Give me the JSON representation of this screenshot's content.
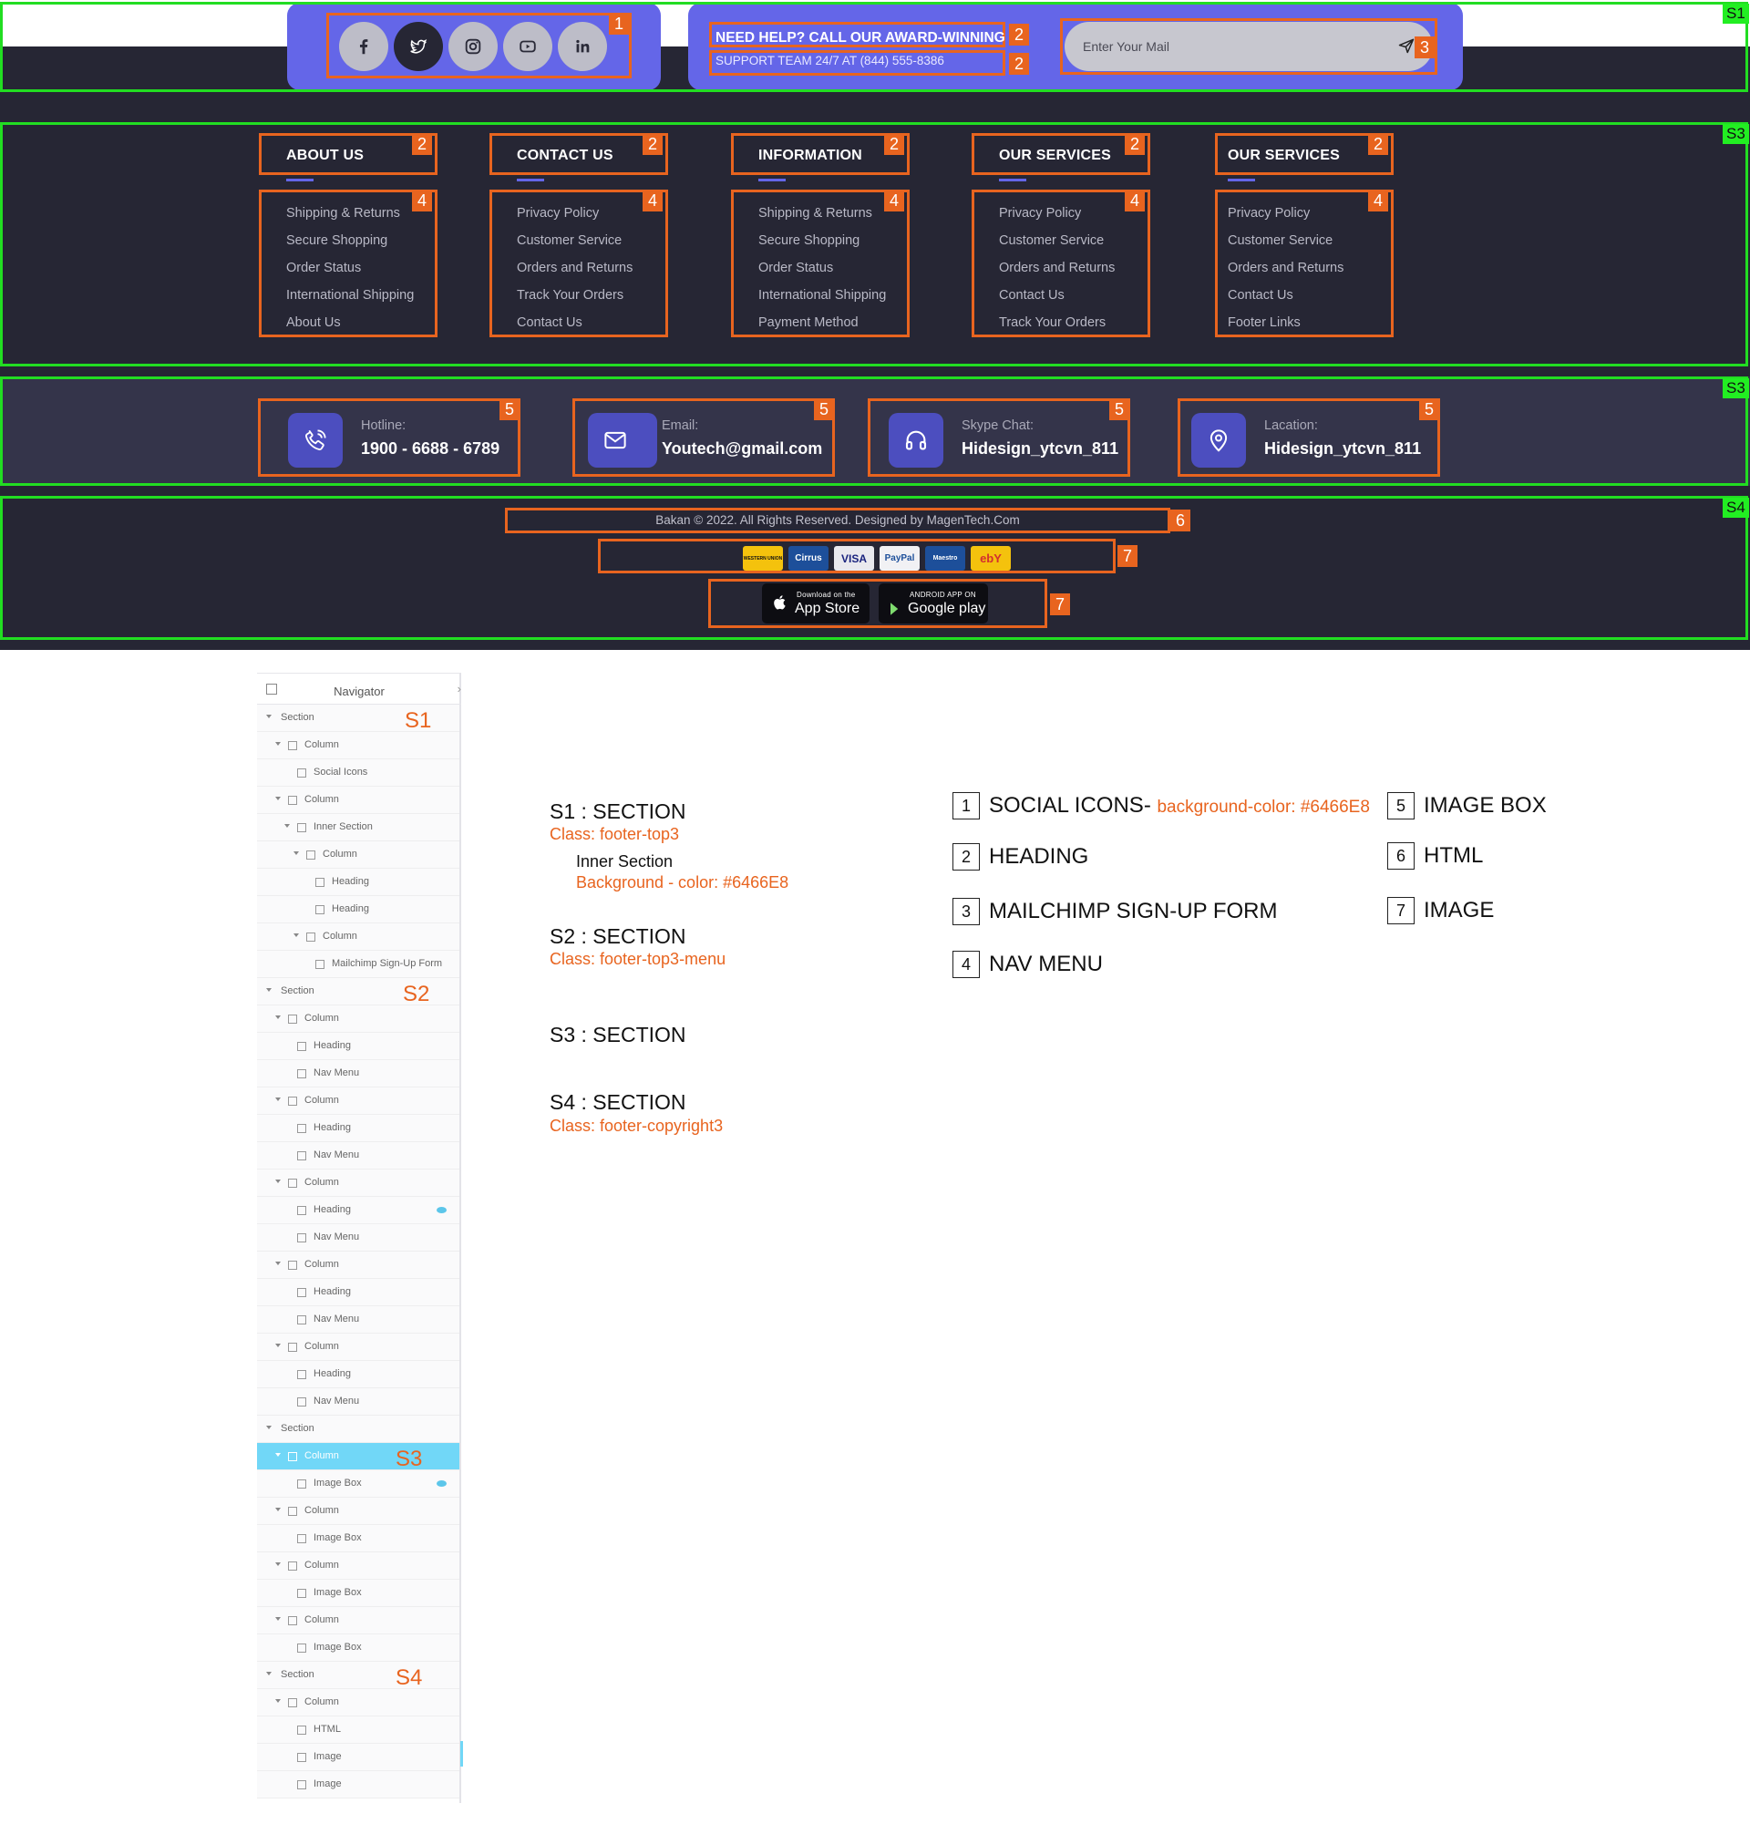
{
  "footer_top": {
    "social_icons": [
      "facebook-icon",
      "twitter-icon",
      "instagram-icon",
      "youtube-icon",
      "linkedin-icon"
    ],
    "help_line1": "NEED HELP? CALL OUR AWARD-WINNING",
    "help_line2": "SUPPORT TEAM 24/7 AT (844) 555-8386",
    "mail_placeholder": "Enter Your Mail",
    "colors": {
      "card": "#6466E8",
      "dark": "#262634",
      "accent": "#e8641f"
    }
  },
  "menus": [
    {
      "title": "ABOUT US",
      "items": [
        "Shipping & Returns",
        "Secure Shopping",
        "Order Status",
        "International Shipping",
        "About Us"
      ]
    },
    {
      "title": "CONTACT US",
      "items": [
        "Privacy Policy",
        "Customer Service",
        "Orders and Returns",
        "Track Your Orders",
        "Contact Us"
      ]
    },
    {
      "title": "INFORMATION",
      "items": [
        "Shipping & Returns",
        "Secure Shopping",
        "Order Status",
        "International Shipping",
        "Payment Method"
      ]
    },
    {
      "title": "OUR SERVICES",
      "items": [
        "Privacy Policy",
        "Customer Service",
        "Orders and Returns",
        "Contact Us",
        "Track Your Orders"
      ]
    },
    {
      "title": "OUR SERVICES",
      "items": [
        "Privacy Policy",
        "Customer Service",
        "Orders and Returns",
        "Contact Us",
        "Footer Links"
      ]
    }
  ],
  "contact_boxes": [
    {
      "label": "Hotline:",
      "value": "1900 - 6688 - 6789",
      "icon": "phone-icon"
    },
    {
      "label": "Email:",
      "value": "Youtech@gmail.com",
      "icon": "mail-icon"
    },
    {
      "label": "Skype Chat:",
      "value": "Hidesign_ytcvn_811",
      "icon": "headphones-icon"
    },
    {
      "label": "Lacation:",
      "value": "Hidesign_ytcvn_811",
      "icon": "location-pin-icon"
    }
  ],
  "copyright": "Bakan © 2022. All Rights Reserved. Designed by MagenTech.Com",
  "payment_cards": [
    "WESTERN UNION",
    "Cirrus",
    "VISA",
    "PayPal",
    "Maestro",
    "ebY"
  ],
  "stores": {
    "apple": {
      "small": "Download on the",
      "big": "App Store"
    },
    "google": {
      "small": "ANDROID APP ON",
      "big": "Google play"
    }
  },
  "section_tags": [
    "S1",
    "S3",
    "S3",
    "S4"
  ],
  "number_badges": [
    "1",
    "2",
    "2",
    "3",
    "2",
    "4",
    "5",
    "6",
    "7",
    "7"
  ],
  "navigator": {
    "title": "Navigator",
    "rows": [
      "Section",
      "Column",
      "Social Icons",
      "Column",
      "Inner Section",
      "Column",
      "Heading",
      "Heading",
      "Column",
      "Mailchimp Sign-Up Form",
      "Section",
      "Column",
      "Heading",
      "Nav Menu",
      "Column",
      "Heading",
      "Nav Menu",
      "Column",
      "Heading",
      "Nav Menu",
      "Column",
      "Heading",
      "Nav Menu",
      "Column",
      "Heading",
      "Nav Menu",
      "Section",
      "Column",
      "Image Box",
      "Column",
      "Image Box",
      "Column",
      "Image Box",
      "Column",
      "Image Box",
      "Section",
      "Column",
      "HTML",
      "Image",
      "Image"
    ],
    "section_labels": [
      "S1",
      "S2",
      "S3",
      "S4"
    ]
  },
  "annotations": {
    "s1_title": "S1 : SECTION",
    "s1_class": "Class: footer-top3",
    "s1_inner": "Inner Section",
    "s1_inner_bg": "Background - color: #6466E8",
    "s2_title": "S2 : SECTION",
    "s2_class": "Class: footer-top3-menu",
    "s3_title": "S3 : SECTION",
    "s4_title": "S4 : SECTION",
    "s4_class": "Class: footer-copyright3"
  },
  "legend": [
    {
      "num": "1",
      "text": "SOCIAL ICONS-",
      "extra": "background-color: #6466E8"
    },
    {
      "num": "2",
      "text": "HEADING"
    },
    {
      "num": "3",
      "text": "MAILCHIMP SIGN-UP FORM"
    },
    {
      "num": "4",
      "text": "NAV MENU"
    },
    {
      "num": "5",
      "text": "IMAGE BOX"
    },
    {
      "num": "6",
      "text": "HTML"
    },
    {
      "num": "7",
      "text": "IMAGE"
    }
  ]
}
